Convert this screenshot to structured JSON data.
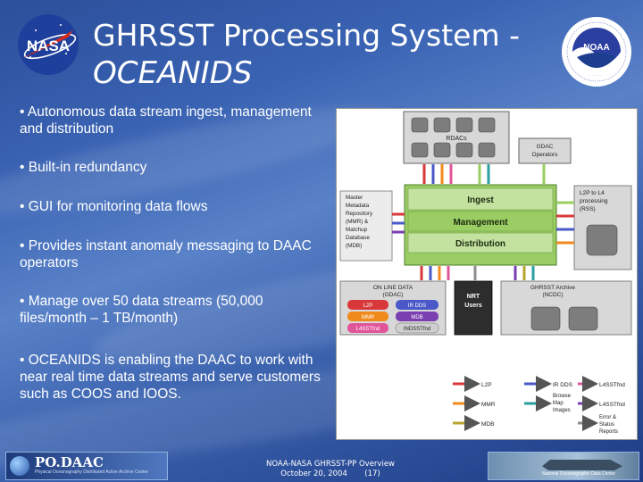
{
  "title": {
    "line1": "GHRSST Processing System -",
    "line2": "OCEANIDS"
  },
  "bullets": [
    "• Autonomous data stream ingest, management and distribution",
    "• Built-in redundancy",
    "• GUI for monitoring data flows",
    "• Provides instant anomaly messaging to DAAC operators",
    "• Manage over 50 data streams (50,000 files/month – 1 TB/month)",
    "• OCEANIDS is enabling the DAAC to work with near real time data streams and serve customers such as COOS and IOOS."
  ],
  "logos": {
    "nasa": "NASA",
    "noaa": "NOAA"
  },
  "diagram": {
    "rdacs": "RDACs",
    "gdac_operators": [
      "GDAC",
      "Operators"
    ],
    "ingest": "Ingest",
    "management": "Management",
    "distribution": "Distribution",
    "mmr": [
      "Master",
      "Metadata",
      "Repository",
      "(MMR) &",
      "Matchup",
      "Database",
      "(MDB)"
    ],
    "l2p_processing": [
      "L2P to L4",
      "processing",
      "(RSS)"
    ],
    "online_data": [
      "ON LINE DATA",
      "(GDAC)"
    ],
    "online_cells": [
      "L2P",
      "IR DDS",
      "MMR",
      "MDB",
      "L4SSTfnd",
      "INDSSTfnd"
    ],
    "nrt": [
      "NRT",
      "Users"
    ],
    "archive": [
      "GHRSST Archive",
      "(NCDC)"
    ],
    "legend": {
      "l2p": "L2P",
      "irdds": "IR DDS",
      "l4sstfnd": "L4SSTfnd",
      "mmr": "MMR",
      "browse": [
        "Browse",
        "Map",
        "Images"
      ],
      "l4sstfnd2": "L4SSTfnd",
      "mdb": "MDB",
      "error": [
        "Error &",
        "Status",
        "Reports"
      ]
    },
    "colors": {
      "green": "#9acd63",
      "red": "#d9383a",
      "blue": "#4a58c8",
      "orange": "#f08a1c",
      "pink": "#e0559a",
      "purple": "#7a3fb0",
      "teal": "#2aa0a0",
      "gray": "#8d8d8d",
      "olive": "#b7a52d"
    }
  },
  "footer": {
    "line1": "NOAA-NASA GHRSST-PP Overview",
    "line2": "October 20, 2004",
    "page": "(17)",
    "podaac": "PO.DAAC",
    "podaac_sub": "Physical Oceanography Distributed Active Archive Center",
    "ncdc": "National Oceanographic Data Center"
  }
}
